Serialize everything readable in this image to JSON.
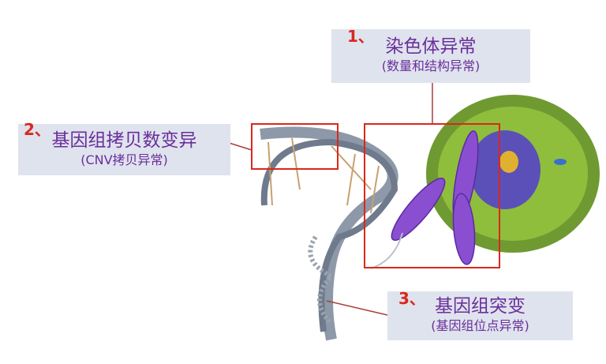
{
  "labels": [
    {
      "number": "1、",
      "title": "染色体异常",
      "subtitle": "(数量和结构异常)"
    },
    {
      "number": "2、",
      "title": "基因组拷贝数变异",
      "subtitle": "(CNV拷贝异常)"
    },
    {
      "number": "3、",
      "title": "基因组突变",
      "subtitle": "(基因组位点异常)"
    }
  ],
  "colors": {
    "accent": "#d9281c",
    "text": "#6a2f9a",
    "box": "#dfe3ee"
  }
}
